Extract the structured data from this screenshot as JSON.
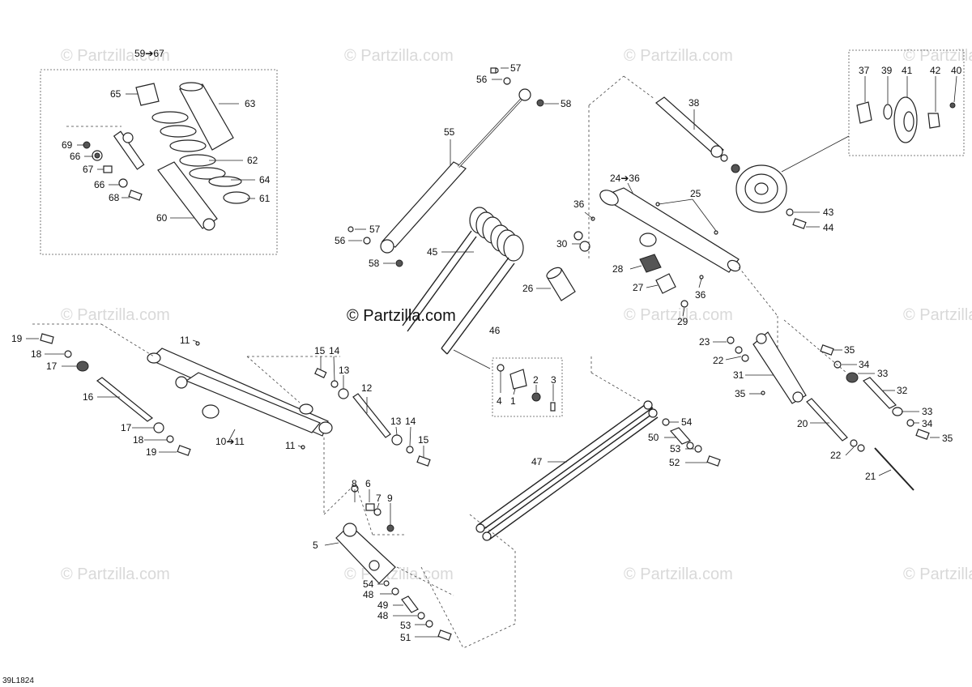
{
  "watermark": "© Partzilla.com",
  "copyright": "© Partzilla.com",
  "diagram_code": "39L1824",
  "labels": {
    "l59_67": "59➔67",
    "l65": "65",
    "l63": "63",
    "l69": "69",
    "l66a": "66",
    "l67": "67",
    "l66b": "66",
    "l68": "68",
    "l62": "62",
    "l64": "64",
    "l61": "61",
    "l60": "60",
    "l57a": "57",
    "l56a": "56",
    "l58a": "58",
    "l55": "55",
    "l57b": "57",
    "l56b": "56",
    "l58b": "58",
    "l45": "45",
    "l26": "26",
    "l46": "46",
    "l4": "4",
    "l1": "1",
    "l2": "2",
    "l3": "3",
    "l38": "38",
    "l24_36": "24➔36",
    "l25": "25",
    "l36a": "36",
    "l30": "30",
    "l28": "28",
    "l27": "27",
    "l36b": "36",
    "l29": "29",
    "l43": "43",
    "l44": "44",
    "l37": "37",
    "l39": "39",
    "l41": "41",
    "l42": "42",
    "l40": "40",
    "l23": "23",
    "l22a": "22",
    "l31": "31",
    "l35a": "35",
    "l35b": "35",
    "l34a": "34",
    "l33a": "33",
    "l32": "32",
    "l33b": "33",
    "l34b": "34",
    "l35c": "35",
    "l20": "20",
    "l22b": "22",
    "l21": "21",
    "l54a": "54",
    "l50": "50",
    "l53a": "53",
    "l52": "52",
    "l47": "47",
    "l19a": "19",
    "l18a": "18",
    "l17a": "17",
    "l16": "16",
    "l17b": "17",
    "l18b": "18",
    "l19b": "19",
    "l11a": "11",
    "l10_11": "10➔11",
    "l11b": "11",
    "l15a": "15",
    "l14a": "14",
    "l13a": "13",
    "l12": "12",
    "l13b": "13",
    "l14b": "14",
    "l15b": "15",
    "l8": "8",
    "l6": "6",
    "l7": "7",
    "l9": "9",
    "l5": "5",
    "l54b": "54",
    "l48a": "48",
    "l49": "49",
    "l48b": "48",
    "l53b": "53",
    "l51": "51"
  }
}
